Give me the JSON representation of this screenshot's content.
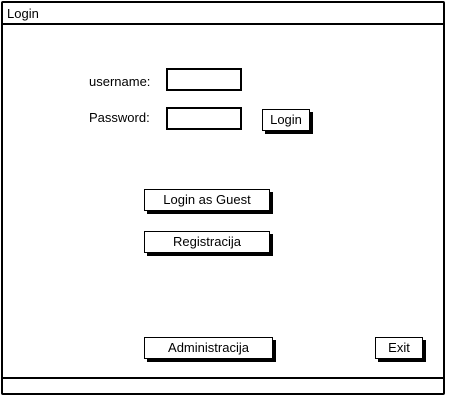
{
  "window": {
    "title": "Login"
  },
  "form": {
    "username_label": "username:",
    "username_value": "",
    "password_label": "Password:",
    "password_value": "",
    "login_button": "Login"
  },
  "actions": {
    "guest_button": "Login as Guest",
    "register_button": "Registracija",
    "admin_button": "Administracija",
    "exit_button": "Exit"
  }
}
